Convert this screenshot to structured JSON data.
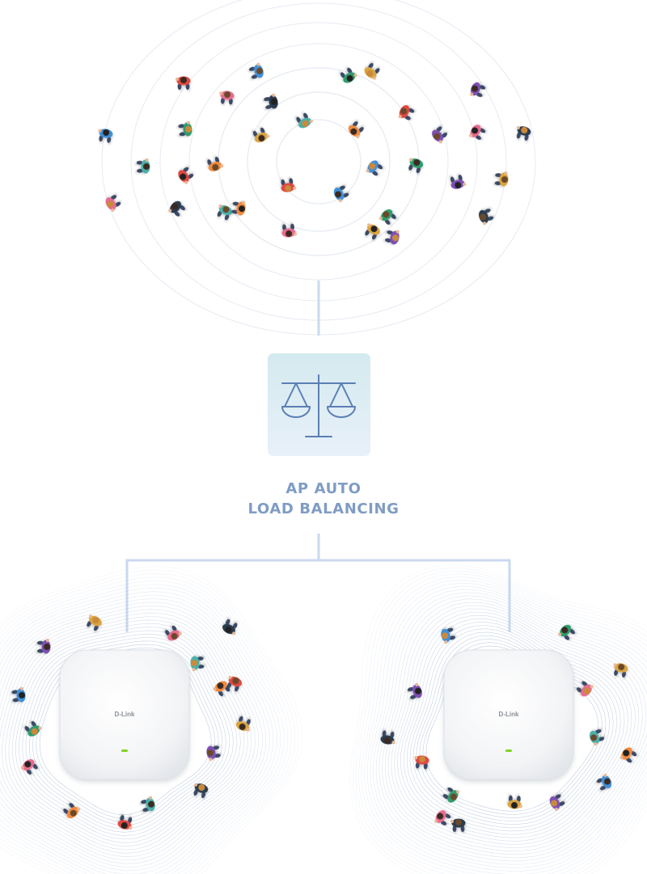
{
  "label": {
    "line1": "AP AUTO",
    "line2": "LOAD BALANCING"
  },
  "access_points": [
    {
      "brand": "D-Link"
    },
    {
      "brand": "D-Link"
    }
  ],
  "icons": {
    "center": "balance-scale-icon",
    "person": "person-topdown-icon"
  },
  "colors": {
    "connector": "#c9d9ef",
    "scale_stroke": "#5b7fb4",
    "box_top": "#d4eaef",
    "box_bottom": "#e8f0f9",
    "label": "#7f9cc4",
    "ap_led": "#7ed321",
    "wave_top": "#e6ebf2",
    "wave_bottom": "#8fa6c8"
  }
}
